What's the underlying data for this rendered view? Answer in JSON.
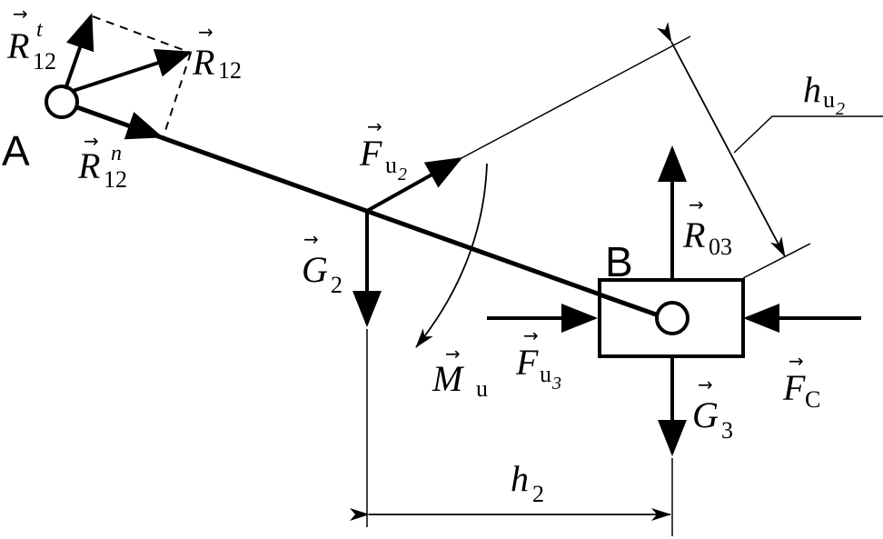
{
  "points": {
    "A": "A",
    "B": "B"
  },
  "labels": {
    "R12t": {
      "sym": "R",
      "sub": "12",
      "sup": "t"
    },
    "R12": {
      "sym": "R",
      "sub": "12"
    },
    "R12n": {
      "sym": "R",
      "sub": "12",
      "sup": "n"
    },
    "Fu2": {
      "sym": "F",
      "sub": "u",
      "subsub": "2"
    },
    "G2": {
      "sym": "G",
      "sub": "2"
    },
    "Mu": {
      "sym": "M",
      "sub": "u"
    },
    "Fu3": {
      "sym": "F",
      "sub": "u",
      "subsub": "3"
    },
    "R03": {
      "sym": "R",
      "sub": "03"
    },
    "G3": {
      "sym": "G",
      "sub": "3"
    },
    "FC": {
      "sym": "F",
      "sub": "C"
    },
    "hu2": {
      "sym": "h",
      "sub": "u",
      "subsub": "2"
    },
    "h2": {
      "sym": "h",
      "sub": "2"
    }
  },
  "vector_mark": "→"
}
